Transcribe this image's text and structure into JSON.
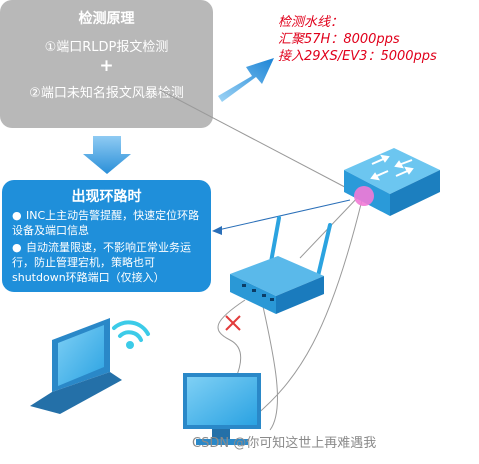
{
  "detect_box": {
    "title": "检测原理",
    "item1": "①端口RLDP报文检测",
    "plus": "+",
    "item2": "②端口未知名报文风暴检测"
  },
  "thresholds": {
    "title": "检测水线：",
    "line1": "汇聚57H：8000pps",
    "line2": "接入29XS/EV3：5000pps",
    "color": "#e0001b"
  },
  "loop_box": {
    "title": "出现环路时",
    "bullet1": "INC上主动告警提醒，快速定位环路设备及端口信息",
    "bullet2": "自动流量限速，不影响正常业务运行，防止管理宕机，策略也可shutdown环路端口（仅接入）",
    "color": "#1f8fda"
  },
  "watermark": "CSDN @你可知这世上再难遇我",
  "icons": [
    "switch-icon",
    "wireless-router-icon",
    "wifi-icon",
    "laptop-icon",
    "monitor-icon",
    "cross-mark-icon"
  ],
  "colors": {
    "device_blue": "#2ba3e0",
    "arrow_blue": "#2a8fd8",
    "gray_box": "#b8b8b8",
    "loop_highlight": "#f27ad6"
  }
}
